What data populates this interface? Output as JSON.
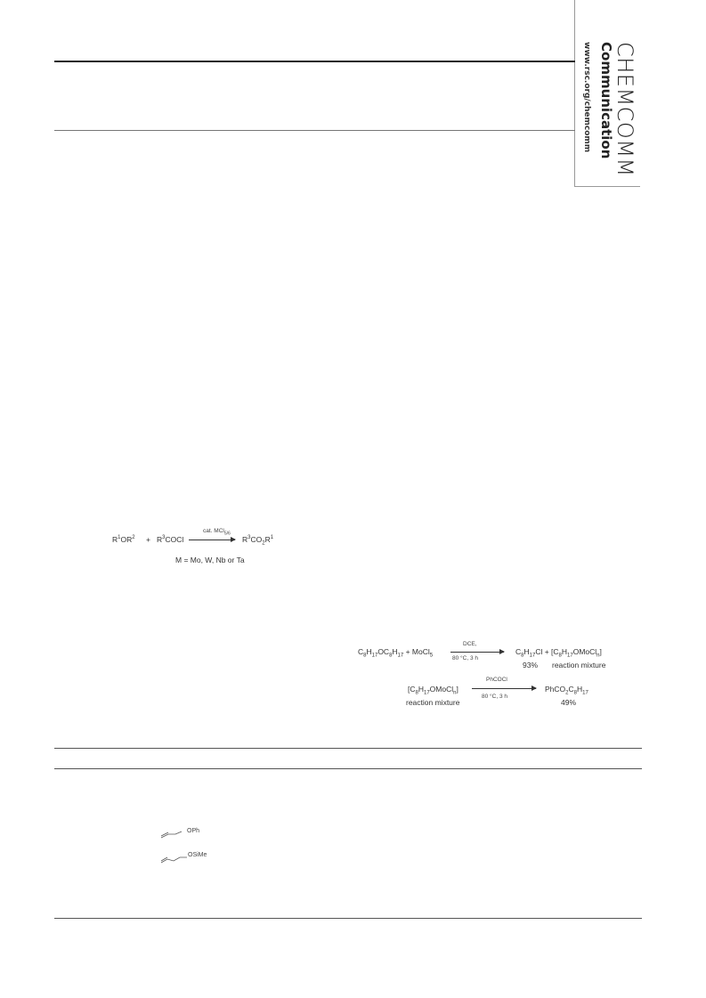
{
  "header": {
    "journal_name": "CHEMCOMM",
    "article_type": "Communication",
    "url": "www.rsc.org/chemcomm"
  },
  "scheme1": {
    "reactant1_html": "R<sup>1</sup>OR<sup>2</sup>",
    "plus": "+",
    "reactant2_html": "R<sup>3</sup>COCl",
    "catalyst_html": "cat. MCl<sub>5/6</sub>",
    "product_html": "R<sup>3</sup>CO<sub>2</sub>R<sup>1</sup>",
    "metals": "M = Mo, W, Nb or Ta"
  },
  "scheme2": {
    "line1_reactants_html": "C<sub>8</sub>H<sub>17</sub>OC<sub>8</sub>H<sub>17</sub> + MoCl<sub>5</sub>",
    "line1_cond_top": "DCE,",
    "line1_cond_bottom": "80 °C, 3 h",
    "line1_products_html": "C<sub>8</sub>H<sub>17</sub>Cl + [C<sub>8</sub>H<sub>17</sub>OMoCl<sub>n</sub>]",
    "line1_yield": "93%",
    "line1_note": "reaction mixture",
    "line2_reactant_html": "[C<sub>8</sub>H<sub>17</sub>OMoCl<sub>n</sub>]",
    "line2_note": "reaction mixture",
    "line2_cond_top": "PhCOCl",
    "line2_cond_bottom": "80 °C, 3 h",
    "line2_product_html": "PhCO<sub>2</sub>C<sub>8</sub>H<sub>17</sub>",
    "line2_yield": "49%"
  },
  "table": {
    "structure_labels": [
      "OPh",
      "OSiMe"
    ]
  }
}
